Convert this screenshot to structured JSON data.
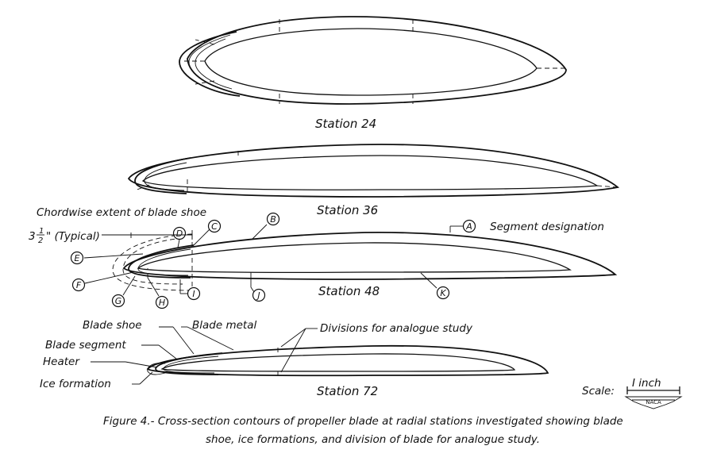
{
  "stations": {
    "s24": "Station 24",
    "s36": "Station 36",
    "s48": "Station 48",
    "s72": "Station 72"
  },
  "callouts": {
    "chordwise": "Chordwise extent of blade shoe",
    "typical_prefix": "3",
    "typical_num": "1",
    "typical_den": "2",
    "typical_suffix": "\" (Typical)",
    "segment_designation": "Segment designation",
    "blade_shoe": "Blade shoe",
    "blade_metal": "Blade metal",
    "divisions": "Divisions for analogue study",
    "blade_segment": "Blade segment",
    "heater": "Heater",
    "ice_formation": "Ice formation"
  },
  "segments": [
    "A",
    "B",
    "C",
    "D",
    "E",
    "F",
    "G",
    "H",
    "I",
    "J",
    "K"
  ],
  "scale": {
    "label": "Scale:",
    "unit": "I inch",
    "logo": "NACA"
  },
  "caption": {
    "line1": "Figure 4.- Cross-section contours of propeller blade at radial stations investigated showing blade",
    "line2": "shoe, ice formations, and division of blade for analogue study."
  }
}
